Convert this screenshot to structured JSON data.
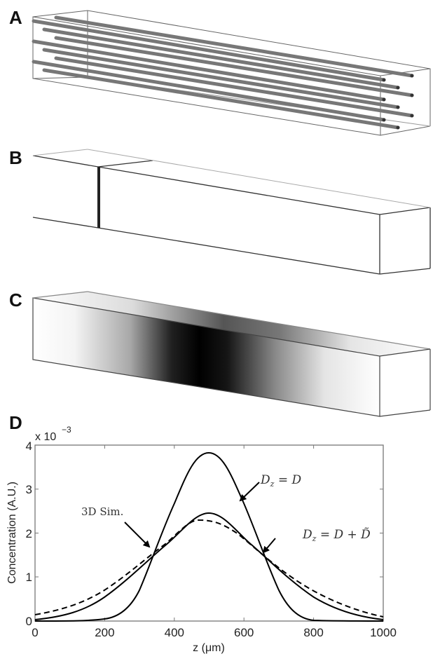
{
  "figure": {
    "panels": [
      {
        "id": "A",
        "label": "A",
        "description": "3D box with parallel cylindrical fibers"
      },
      {
        "id": "B",
        "label": "B",
        "description": "3D box with thin initial concentration band"
      },
      {
        "id": "C",
        "label": "C",
        "description": "3D box with diffused concentration gradient"
      },
      {
        "id": "D",
        "label": "D",
        "description": "Concentration profile plot"
      }
    ]
  },
  "chart_data": {
    "type": "line",
    "title": "",
    "xlabel": "z (μm)",
    "ylabel": "Concentration (A.U.)",
    "y_multiplier": "x 10",
    "y_exponent": "-3",
    "xlim": [
      0,
      1000
    ],
    "ylim": [
      0,
      4
    ],
    "x_ticks": [
      "0",
      "200",
      "400",
      "600",
      "800",
      "1000"
    ],
    "y_ticks": [
      "0",
      "1",
      "2",
      "3",
      "4"
    ],
    "grid": false,
    "legend_position": "annotations",
    "x": [
      0,
      100,
      200,
      300,
      350,
      400,
      450,
      500,
      550,
      600,
      650,
      700,
      800,
      900,
      1000
    ],
    "series": [
      {
        "name": "D_z = D",
        "style": "solid",
        "values": [
          0.0,
          0.0,
          0.05,
          0.7,
          1.5,
          2.6,
          3.5,
          3.83,
          3.5,
          2.6,
          1.5,
          0.7,
          0.05,
          0.0,
          0.0
        ]
      },
      {
        "name": "D_z = D + D̃",
        "style": "solid",
        "values": [
          0.03,
          0.2,
          0.55,
          1.2,
          1.6,
          2.0,
          2.35,
          2.46,
          2.35,
          2.0,
          1.6,
          1.2,
          0.55,
          0.2,
          0.03
        ]
      },
      {
        "name": "3D Sim.",
        "style": "dashed",
        "values": [
          0.14,
          0.33,
          0.72,
          1.35,
          1.7,
          2.05,
          2.28,
          2.29,
          2.15,
          1.9,
          1.5,
          1.15,
          0.55,
          0.25,
          0.1
        ]
      }
    ],
    "annotations": [
      {
        "text": "D_z = D",
        "points_to": "D_z = D"
      },
      {
        "text": "D_z = D + D̃",
        "points_to": "D_z = D + D̃"
      },
      {
        "text": "3D Sim.",
        "points_to": "3D Sim."
      }
    ]
  },
  "plot": {
    "multiplier_text": "x 10",
    "exponent_text": "−3",
    "xlabel": "z (μm)",
    "ylabel": "Concentration (A.U.)",
    "annot_sim": "3D Sim.",
    "annot_dz_d_main": "D",
    "annot_dz_d_sub": "z",
    "annot_dz_d_rhs": " = D",
    "annot_dz_dd_rhs": " = D + ",
    "annot_tilde": "D̃"
  }
}
